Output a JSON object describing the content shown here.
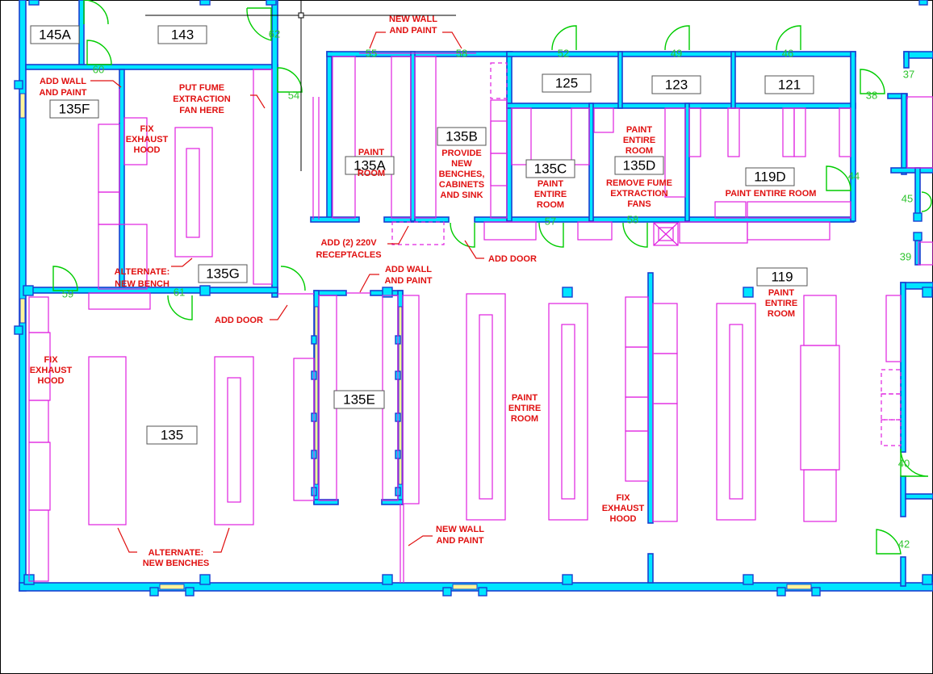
{
  "rooms": [
    {
      "id": "145A",
      "label": "145A"
    },
    {
      "id": "143",
      "label": "143"
    },
    {
      "id": "135F",
      "label": "135F"
    },
    {
      "id": "135A",
      "label": "135A"
    },
    {
      "id": "135B",
      "label": "135B"
    },
    {
      "id": "125",
      "label": "125"
    },
    {
      "id": "123",
      "label": "123"
    },
    {
      "id": "121",
      "label": "121"
    },
    {
      "id": "135C",
      "label": "135C"
    },
    {
      "id": "135D",
      "label": "135D"
    },
    {
      "id": "119D",
      "label": "119D"
    },
    {
      "id": "135G",
      "label": "135G"
    },
    {
      "id": "119",
      "label": "119"
    },
    {
      "id": "135E",
      "label": "135E"
    },
    {
      "id": "135",
      "label": "135"
    }
  ],
  "doors": [
    "62",
    "60",
    "54",
    "55",
    "58",
    "52",
    "49",
    "46",
    "37",
    "38",
    "44",
    "45",
    "57",
    "58",
    "39",
    "59",
    "61",
    "40",
    "42"
  ],
  "notes": {
    "new_wall_top": [
      "NEW WALL",
      "AND PAINT"
    ],
    "add_wall_135f": [
      "ADD WALL",
      "AND PAINT"
    ],
    "fume_fan": [
      "PUT FUME",
      "EXTRACTION",
      "FAN HERE"
    ],
    "fix_hood_135f": [
      "FIX",
      "EXHAUST",
      "HOOD"
    ],
    "paint_135a": [
      "PAINT",
      "ROOM"
    ],
    "provide_benches": [
      "PROVIDE",
      "NEW",
      "BENCHES,",
      "CABINETS",
      "AND SINK"
    ],
    "paint_135c": [
      "PAINT",
      "ENTIRE",
      "ROOM"
    ],
    "paint_135d": [
      "PAINT",
      "ENTIRE",
      "ROOM"
    ],
    "remove_fans": [
      "REMOVE FUME",
      "EXTRACTION",
      "FANS"
    ],
    "paint_119d": [
      "PAINT ENTIRE ROOM"
    ],
    "receptacles": [
      "ADD (2) 220V",
      "RECEPTACLES"
    ],
    "add_door_right": [
      "ADD DOOR"
    ],
    "alternate_bench": [
      "ALTERNATE:",
      "NEW BENCH"
    ],
    "add_wall_135e": [
      "ADD WALL",
      "AND PAINT"
    ],
    "add_door_left": [
      "ADD DOOR"
    ],
    "paint_119": [
      "PAINT",
      "ENTIRE",
      "ROOM"
    ],
    "fix_hood_135": [
      "FIX",
      "EXHAUST",
      "HOOD"
    ],
    "paint_center": [
      "PAINT",
      "ENTIRE",
      "ROOM"
    ],
    "fix_hood_119": [
      "FIX",
      "EXHAUST",
      "HOOD"
    ],
    "new_wall_bottom": [
      "NEW WALL",
      "AND PAINT"
    ],
    "alternate_benches": [
      "ALTERNATE:",
      "NEW BENCHES"
    ]
  },
  "colors": {
    "wall_fill": "#00e5ff",
    "wall_edge": "#1a3fd1",
    "furniture": "#e020e0",
    "door": "#00cc00",
    "door_number": "#2fc42f",
    "note": "#e01010",
    "window": "#fff59a"
  }
}
